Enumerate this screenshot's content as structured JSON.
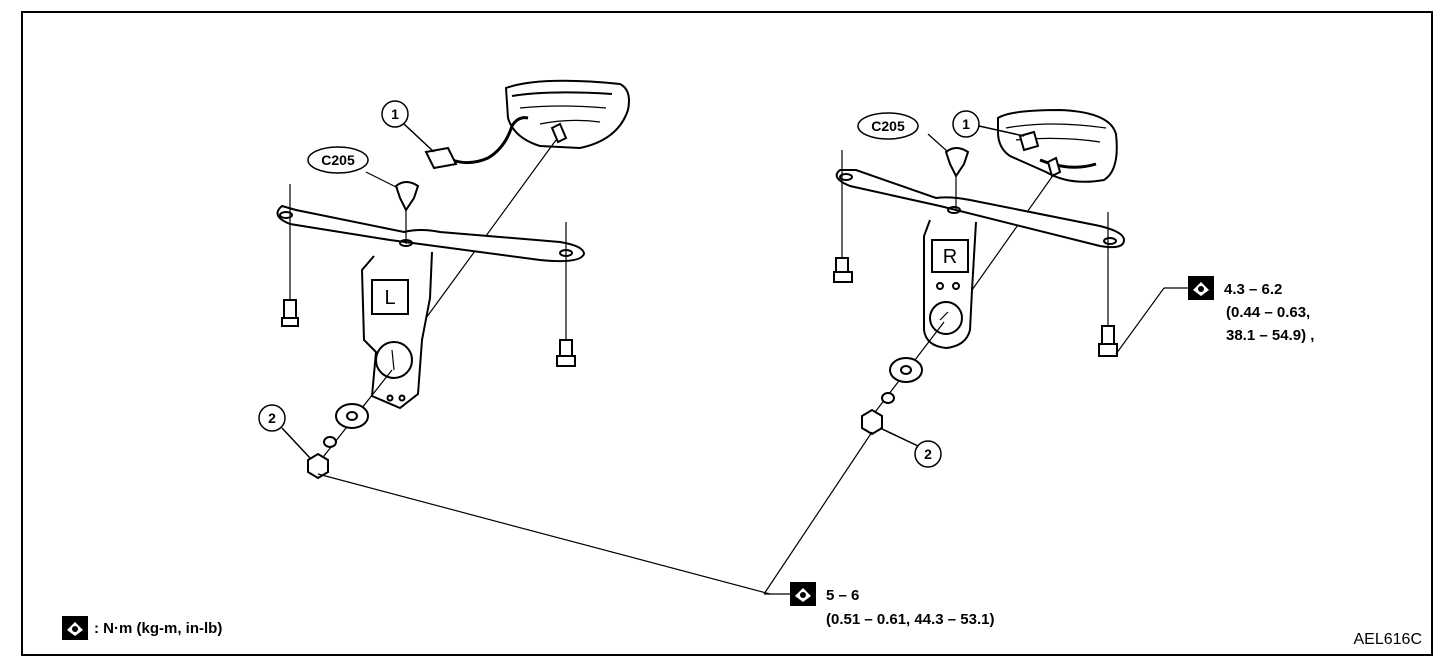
{
  "diagram_id": "AEL616C",
  "legend": {
    "icon": "torque-wrench-icon",
    "text": ": N·m (kg-m, in-lb)"
  },
  "callouts": {
    "left_connector": "C205",
    "right_connector": "C205",
    "left_part_1": "1",
    "right_part_1": "1",
    "left_part_2": "2",
    "right_part_2": "2"
  },
  "bracket_marks": {
    "left": "L",
    "right": "R"
  },
  "torque_bolt": {
    "icon": "torque-wrench-icon",
    "line1": "4.3 – 6.2",
    "line2": "(0.44 – 0.63,",
    "line3": "38.1 – 54.9) ,"
  },
  "torque_nut": {
    "icon": "torque-wrench-icon",
    "line1": "5 – 6",
    "line2": "(0.51 – 0.61, 44.3 – 53.1)"
  }
}
